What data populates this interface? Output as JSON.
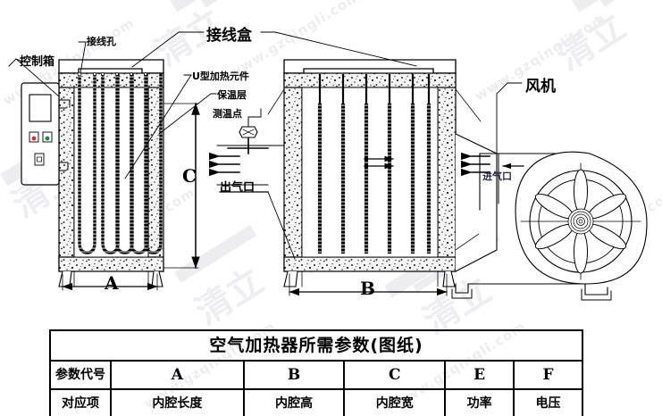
{
  "diagram": {
    "title_hidden": "空气加热器结构图",
    "labels": {
      "control_box": "控制箱",
      "wiring_hole": "接线孔",
      "junction_box": "接线盒",
      "u_heating_element": "U型加热元件",
      "insulation_layer": "保温层",
      "temp_measure_point": "测温点",
      "air_outlet": "出气口",
      "air_inlet": "进气口",
      "fan": "风机"
    },
    "dimensions": {
      "a": "A",
      "b": "B",
      "c": "C"
    },
    "counts": {
      "side_view_u_elements": 5,
      "front_view_elements": 6,
      "fan_blades": 6,
      "outlet_arrows": 3,
      "inlet_arrows": 3
    },
    "colors": {
      "line": "#000000",
      "insulation_fill": "#f2f2f2",
      "thin_line": "#1a1a1a",
      "watermark": "#ededf0",
      "indicator_red": "#c0392b",
      "indicator_green": "#1e8449"
    }
  },
  "watermarks": {
    "url": "www.gzqingli.com",
    "brand": "清立",
    "domain_short": "gzqingli.com"
  },
  "table": {
    "title": "空气加热器所需参数(图纸)",
    "rows": [
      {
        "label": "参数代号",
        "cells": [
          "A",
          "B",
          "C",
          "E",
          "F"
        ],
        "style": "code"
      },
      {
        "label": "对应项",
        "cells": [
          "内腔长度",
          "内腔高",
          "内腔宽",
          "功率",
          "电压"
        ],
        "style": "value"
      }
    ]
  }
}
